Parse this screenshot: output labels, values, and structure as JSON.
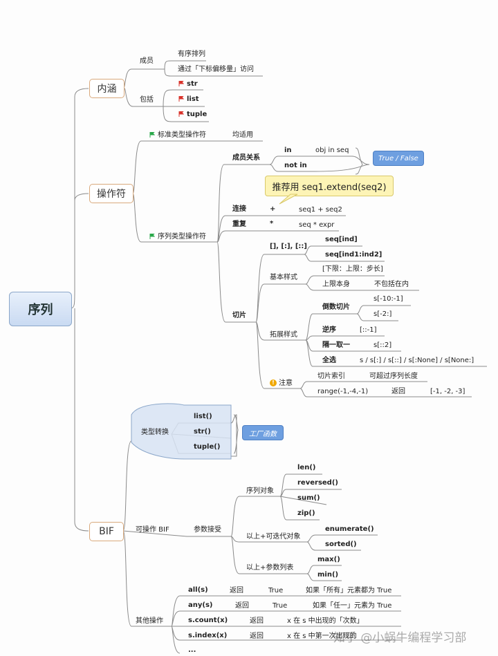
{
  "root": "序列",
  "categories": {
    "neihan": "内涵",
    "caozuofu": "操作符",
    "bif": "BIF"
  },
  "neihan": {
    "members_label": "成员",
    "ordered": "有序排列",
    "index_access": "通过「下标偏移量」访问",
    "contains_label": "包括",
    "types": [
      "str",
      "list",
      "tuple"
    ]
  },
  "ops": {
    "standard": "标准类型操作符",
    "standard_note": "均适用",
    "sequence": "序列类型操作符",
    "membership": "成员关系",
    "in": "in",
    "in_example": "obj in seq",
    "not_in": "not in",
    "bool_tag": "True / False",
    "recommend": "推荐用 seq1.extend(seq2)",
    "concat": "连接",
    "concat_op": "+",
    "concat_ex": "seq1 + seq2",
    "repeat": "重复",
    "repeat_op": "*",
    "repeat_ex": "seq * expr",
    "slice": "切片",
    "brackets": "[], [:], [::]",
    "seq_ind": "seq[ind]",
    "seq_ind12": "seq[ind1:ind2]",
    "basic": "基本样式",
    "basic_fmt": "[下限：上限：步长]",
    "upper_self": "上限本身",
    "not_included": "不包括在内",
    "extended": "拓展样式",
    "reverse_slice": "倒数切片",
    "rev1": "s[-10:-1]",
    "rev2": "s[-2:]",
    "reverse": "逆序",
    "reverse_ex": "[::-1]",
    "every_other": "隔一取一",
    "every_other_ex": "s[::2]",
    "select_all": "全选",
    "select_all_ex": "s / s[:] / s[::] / s[:None] / s[None:]",
    "note": "注意",
    "slice_index": "切片索引",
    "can_exceed": "可超过序列长度",
    "range_ex": "range(-1,-4,-1)",
    "return": "返回",
    "range_result": "[-1, -2, -3]"
  },
  "bif": {
    "type_convert": "类型转换",
    "convert_items": [
      "list()",
      "str()",
      "tuple()"
    ],
    "factory_tag": "工厂函数",
    "operable": "可操作 BIF",
    "params": "参数接受",
    "seq_obj": "序列对象",
    "seq_funcs": [
      "len()",
      "reversed()",
      "sum()",
      "zip()"
    ],
    "iterable": "以上+可迭代对象",
    "iter_funcs": [
      "enumerate()",
      "sorted()"
    ],
    "arglist": "以上+参数列表",
    "arg_funcs": [
      "max()",
      "min()"
    ],
    "other": "其他操作",
    "other_rows": [
      {
        "fn": "all(s)",
        "ret": "返回",
        "val": "True",
        "desc": "如果「所有」元素都为 True"
      },
      {
        "fn": "any(s)",
        "ret": "返回",
        "val": "True",
        "desc": "如果「任一」元素为 True"
      },
      {
        "fn": "s.count(x)",
        "ret": "返回",
        "val": "x 在 s 中出现的「次数」",
        "desc": ""
      },
      {
        "fn": "s.index(x)",
        "ret": "返回",
        "val": "x 在 s 中第一次出现的",
        "desc": ""
      }
    ],
    "ellipsis": "..."
  },
  "watermark": "知乎 @小蜗牛编程学习部",
  "colors": {
    "line": "#8a8a8a",
    "flag_red": "#d9332b",
    "flag_green": "#2aa84a",
    "tag": "#6e9fe0"
  }
}
